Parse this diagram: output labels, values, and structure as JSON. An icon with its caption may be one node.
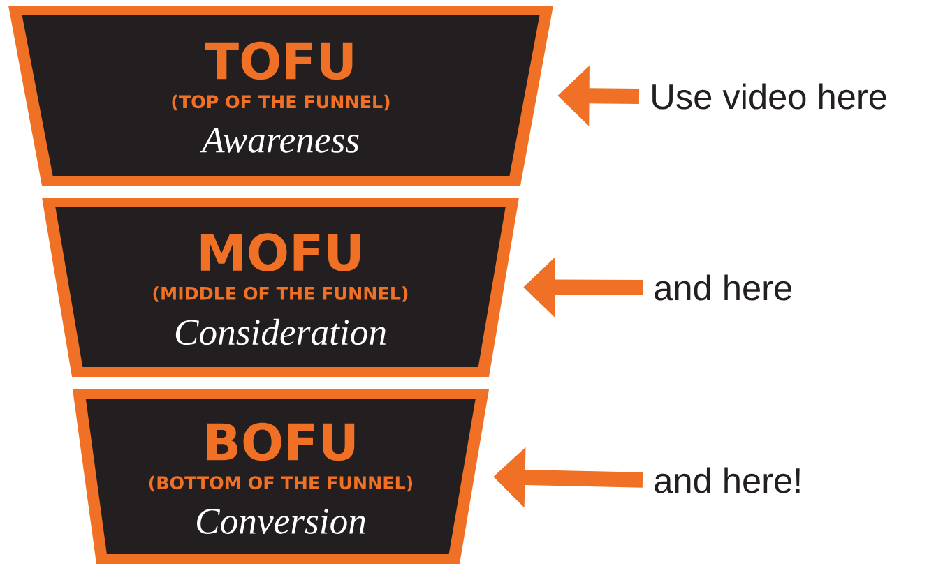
{
  "diagram": {
    "nodes": [
      {
        "text": [
          "TOFU",
          "(TOP OF THE FUNNEL)",
          "Awareness"
        ]
      },
      {
        "text": [
          "MOFU",
          "(MIDDLE OF THE FUNNEL)",
          "Consideration"
        ]
      },
      {
        "text": [
          "BOFU",
          "(BOTTOM OF THE FUNNEL)",
          "Conversion"
        ]
      },
      {
        "text": [
          "Use video here"
        ]
      },
      {
        "text": [
          "and here"
        ]
      },
      {
        "text": [
          "and here!"
        ]
      }
    ],
    "edges": [
      {
        "from": 3,
        "to": 0,
        "arrow": "to"
      },
      {
        "from": 4,
        "to": 1,
        "arrow": "to"
      },
      {
        "from": 5,
        "to": 2,
        "arrow": "to"
      }
    ]
  }
}
